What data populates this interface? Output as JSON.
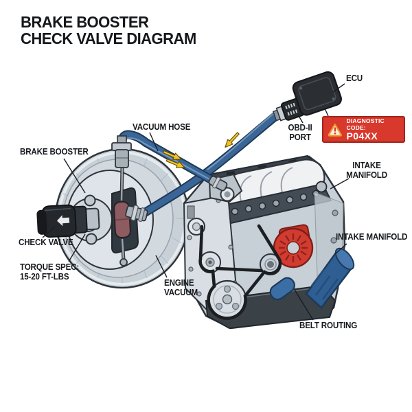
{
  "title": {
    "line1": "BRAKE BOOSTER",
    "line2": "CHECK VALVE DIAGRAM"
  },
  "callouts": {
    "vacuum_hose": "VACUUM HOSE",
    "brake_booster": "BRAKE BOOSTER",
    "check_valve": "CHECK VALVE",
    "torque_spec": {
      "line1": "TORQUE SPEC:",
      "line2": "15-20 FT-LBS"
    },
    "engine_vacuum": {
      "line1": "ENGINE",
      "line2": "VACUUM"
    },
    "ecu": "ECU",
    "obd_port": {
      "line1": "OBD-II",
      "line2": "PORT"
    },
    "intake_manifold_upper": {
      "line1": "INTAKE",
      "line2": "MANIFOLD"
    },
    "intake_manifold_lower": "INTAKE MANIFOLD",
    "belt_routing": "BELT ROUTING"
  },
  "diagnostic_alert": {
    "label": "DIAGNOSTIC CODE:",
    "code": "P04XX",
    "icon": "warning-triangle-icon"
  },
  "colors": {
    "hose_blue": "#3a6697",
    "hose_outline": "#1e3a58",
    "arrow_yellow": "#f3c322",
    "alert_red": "#d9382c",
    "alert_border": "#a1251b",
    "accent_red": "#d23b30",
    "filter_blue": "#2f5e93",
    "engine_light": "#c7cfd7",
    "engine_dark": "#3a424b",
    "booster_gray": "#c9d1d8",
    "check_valve_black": "#24282c",
    "label_black": "#16191d"
  }
}
